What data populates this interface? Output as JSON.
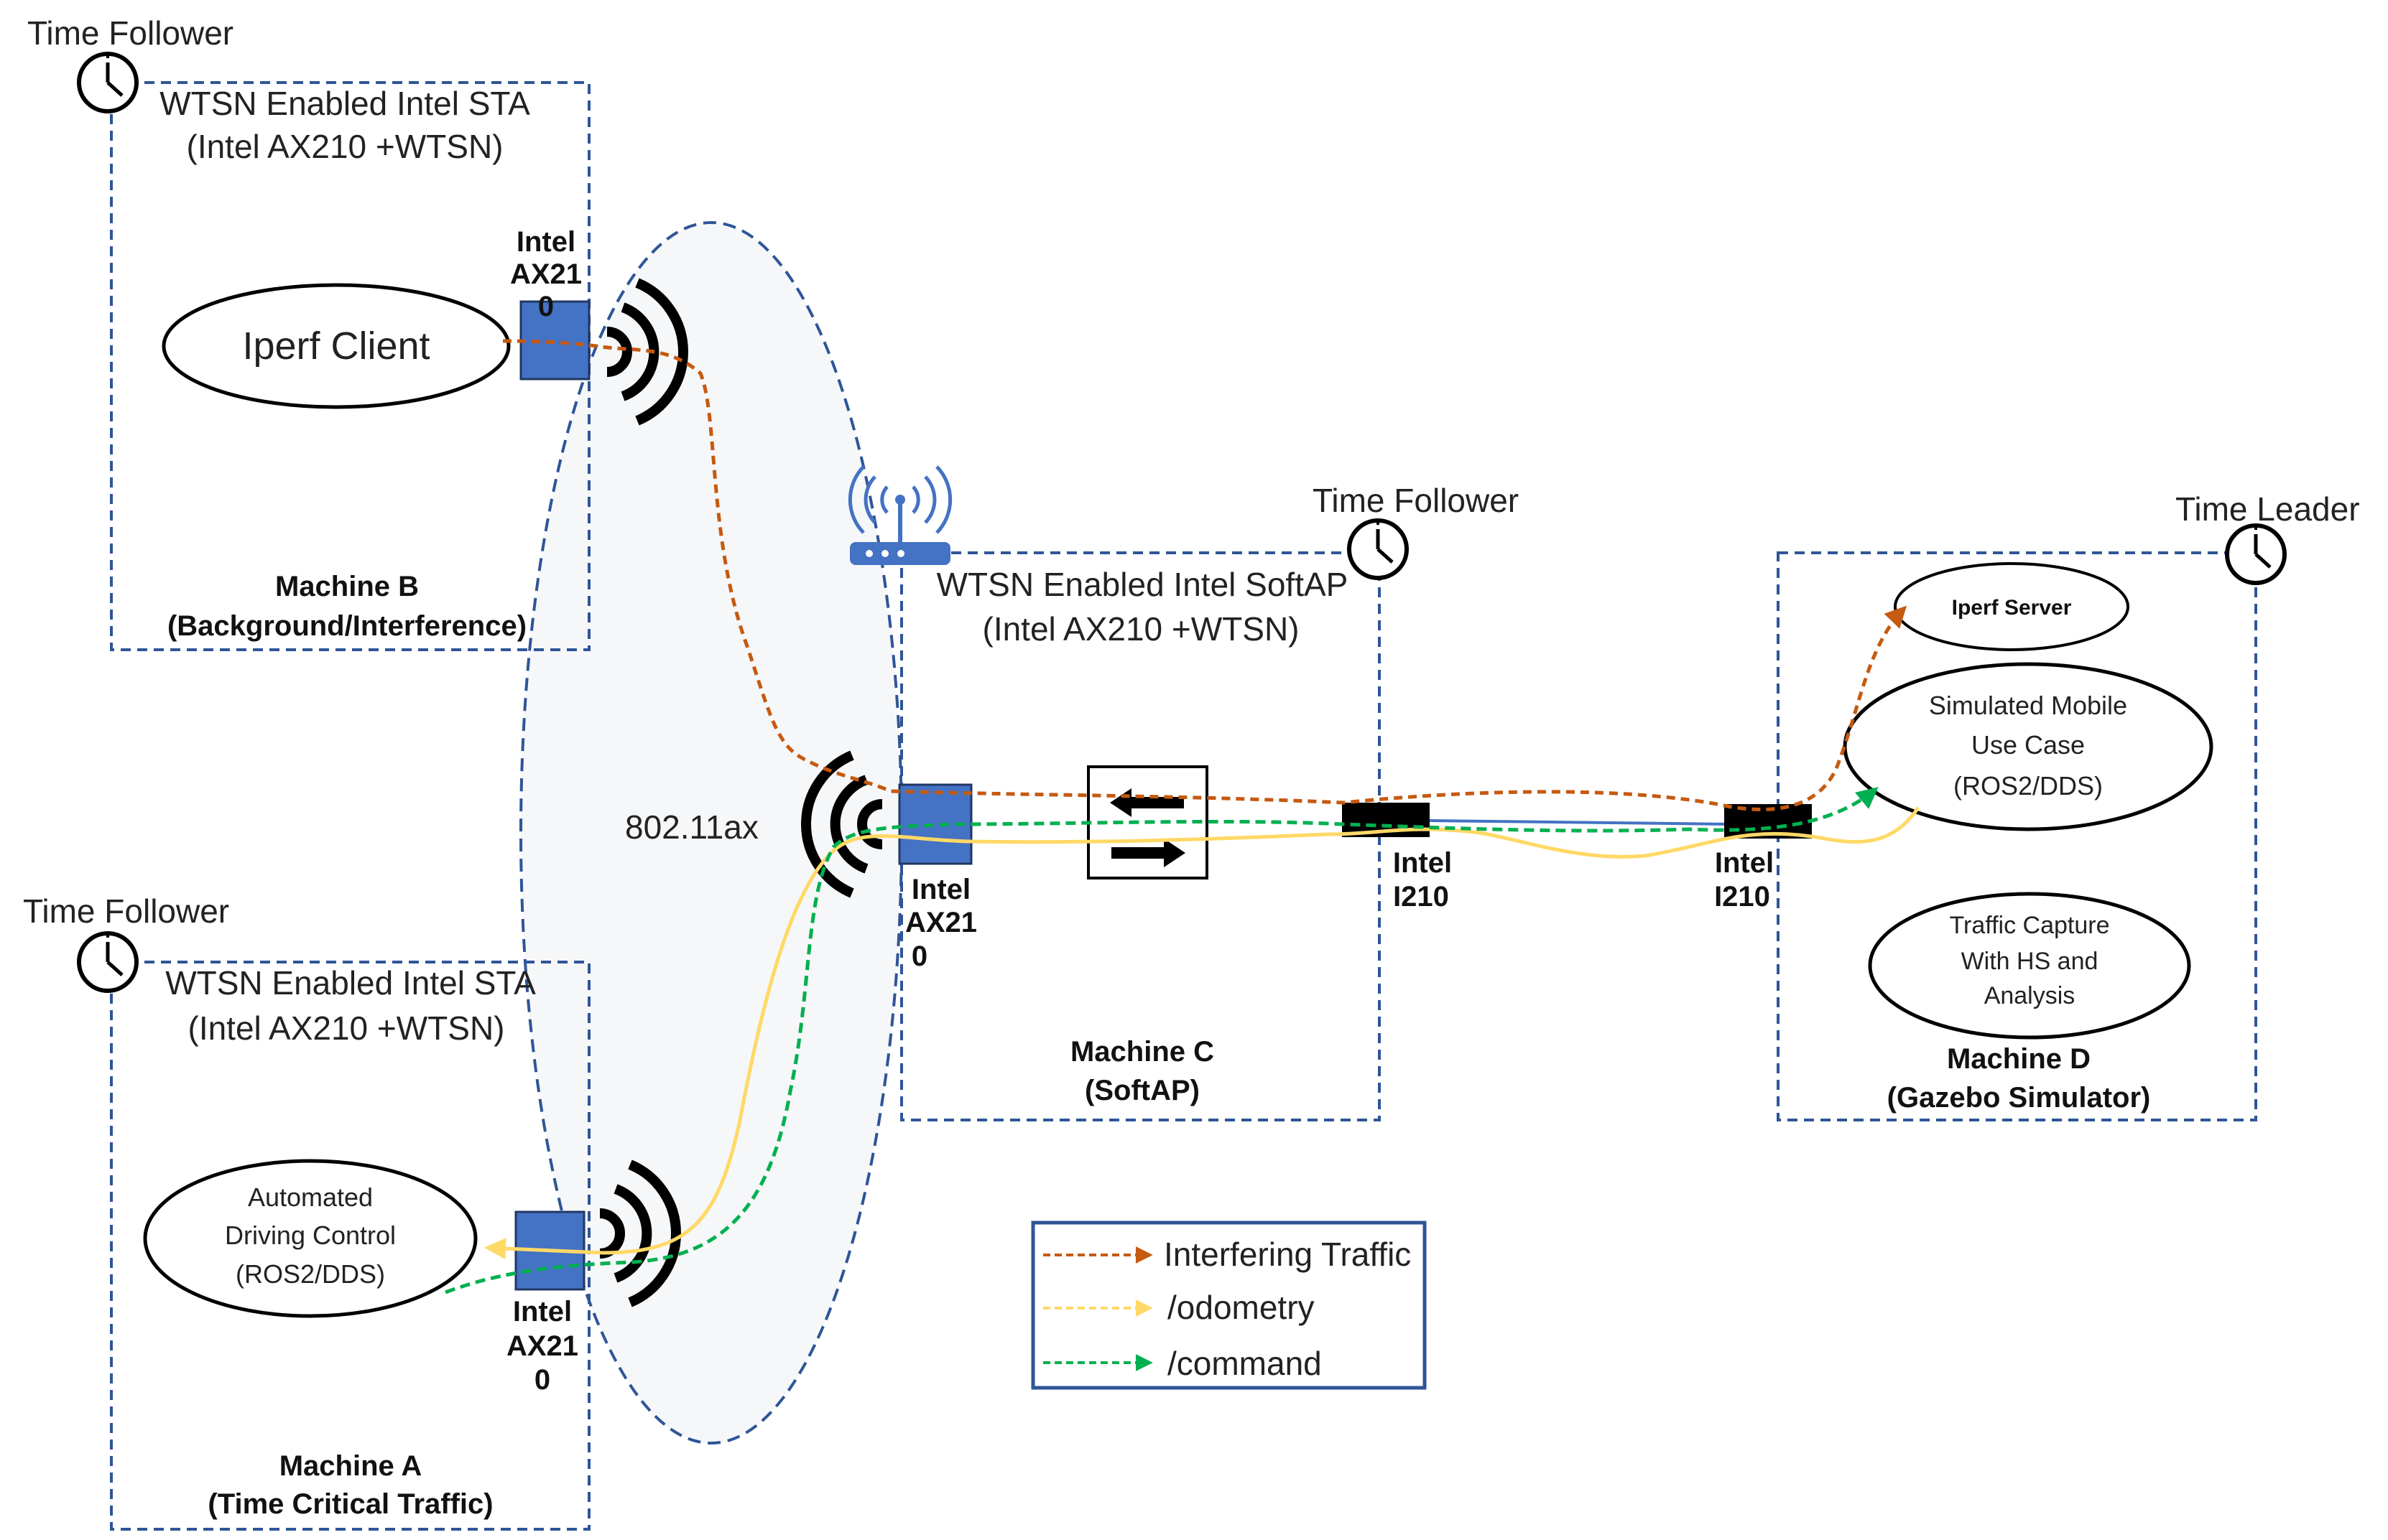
{
  "labels": {
    "time_follower": "Time Follower",
    "time_leader": "Time Leader",
    "wtsn_sta": "WTSN Enabled Intel STA",
    "wtsn_softap": "WTSN Enabled Intel SoftAP",
    "ax210_wtsn": "(Intel AX210 +WTSN)",
    "intel": "Intel",
    "ax21": "AX21",
    "zero": "0",
    "i210": "I210",
    "wifi_standard": "802.11ax"
  },
  "machines": {
    "b": {
      "name": "Machine B",
      "role": "(Background/Interference)",
      "app": "Iperf Client"
    },
    "a": {
      "name": "Machine A",
      "role": "(Time Critical Traffic)",
      "app_lines": [
        "Automated",
        "Driving Control",
        "(ROS2/DDS)"
      ]
    },
    "c": {
      "name": "Machine C",
      "role": "(SoftAP)"
    },
    "d": {
      "name": "Machine D",
      "role": "(Gazebo Simulator)",
      "iperf_server": "Iperf Server",
      "sim_lines": [
        "Simulated Mobile",
        "Use Case",
        "(ROS2/DDS)"
      ],
      "capture_lines": [
        "Traffic Capture",
        "With HS and",
        "Analysis"
      ]
    }
  },
  "legend": [
    {
      "label": "Interfering Traffic",
      "color": "#C55A11"
    },
    {
      "label": "/odometry",
      "color": "#FFD966"
    },
    {
      "label": "/command",
      "color": "#00B050"
    }
  ],
  "colors": {
    "box_border": "#2F5597",
    "nic_fill": "#4472C4",
    "link_blue": "#4472C4",
    "interfering": "#C55A11",
    "odometry": "#FFD966",
    "command": "#00B050"
  }
}
